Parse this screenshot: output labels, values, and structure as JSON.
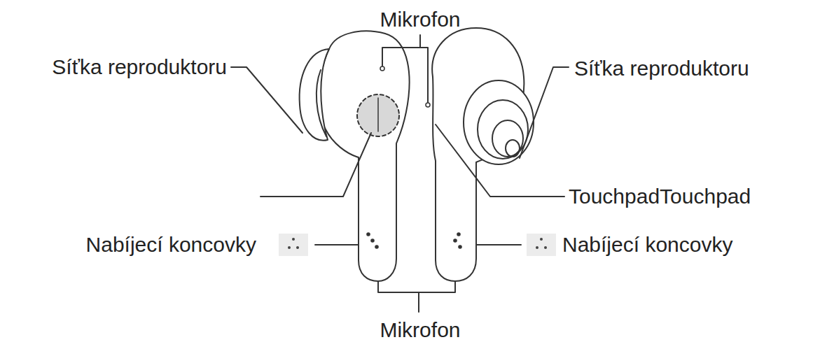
{
  "diagram": {
    "labels": [
      "Mikrofon",
      "Síťka reproduktoru",
      "Síťka reproduktoru",
      "TouchpadTouchpad",
      "Nabíjecí koncovky",
      "Nabíjecí koncovky",
      "Mikrofon"
    ]
  }
}
